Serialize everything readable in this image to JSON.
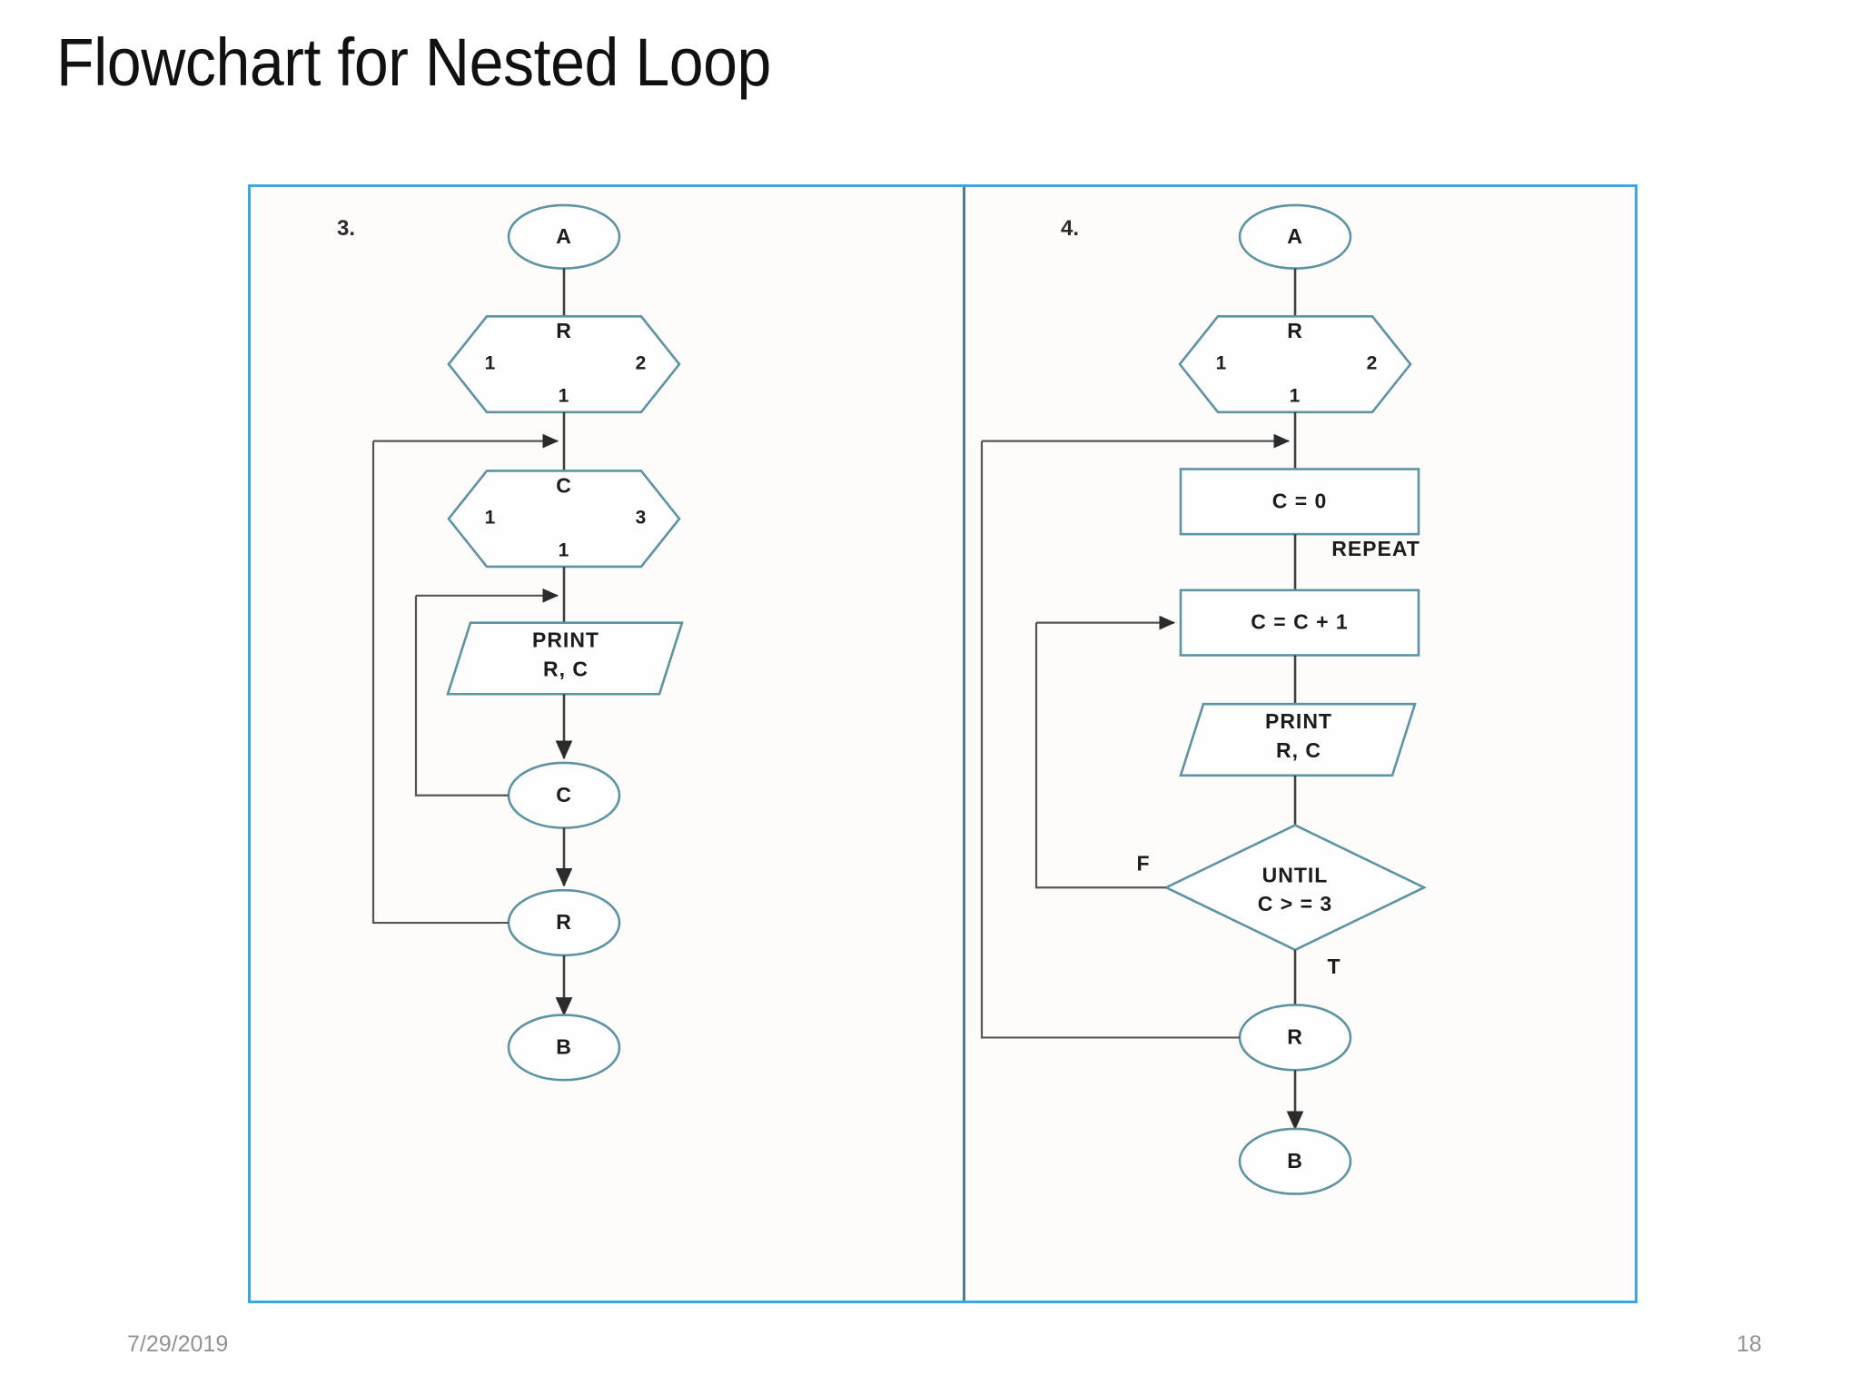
{
  "slide": {
    "title": "Flowchart for Nested Loop",
    "footer": {
      "date": "7/29/2019",
      "page_number": "18"
    }
  },
  "colors": {
    "frame_border": "#3aa8dd",
    "panel_divider": "#4a7d90",
    "shape_stroke": "#5d93a3",
    "connector": "#3f3f3f",
    "text": "#1c1c1c",
    "footer_text": "#939393",
    "background": "#ffffff",
    "panel_background": "#fdfcfb"
  },
  "diagram": {
    "panels": [
      {
        "number": "3.",
        "name": "nested-for-loop-flowchart",
        "nodes": {
          "start": {
            "label": "A",
            "shape": "ellipse"
          },
          "outer_loop": {
            "shape": "hexagon",
            "variable": "R",
            "start": "1",
            "end": "2",
            "step": "1"
          },
          "inner_loop": {
            "shape": "hexagon",
            "variable": "C",
            "start": "1",
            "end": "3",
            "step": "1"
          },
          "print": {
            "shape": "parallelogram",
            "line1": "PRINT",
            "line2": "R, C"
          },
          "inner_next": {
            "label": "C",
            "shape": "ellipse"
          },
          "outer_next": {
            "label": "R",
            "shape": "ellipse"
          },
          "end": {
            "label": "B",
            "shape": "ellipse"
          }
        }
      },
      {
        "number": "4.",
        "name": "repeat-until-loop-flowchart",
        "nodes": {
          "start": {
            "label": "A",
            "shape": "ellipse"
          },
          "outer_loop": {
            "shape": "hexagon",
            "variable": "R",
            "start": "1",
            "end": "2",
            "step": "1"
          },
          "init": {
            "shape": "rectangle",
            "label": "C = 0"
          },
          "repeat_label": "REPEAT",
          "increment": {
            "shape": "rectangle",
            "label": "C = C + 1"
          },
          "print": {
            "shape": "parallelogram",
            "line1": "PRINT",
            "line2": "R, C"
          },
          "condition": {
            "shape": "diamond",
            "line1": "UNTIL",
            "line2": "C > = 3",
            "false_label": "F",
            "true_label": "T"
          },
          "outer_next": {
            "label": "R",
            "shape": "ellipse"
          },
          "end": {
            "label": "B",
            "shape": "ellipse"
          }
        }
      }
    ]
  }
}
